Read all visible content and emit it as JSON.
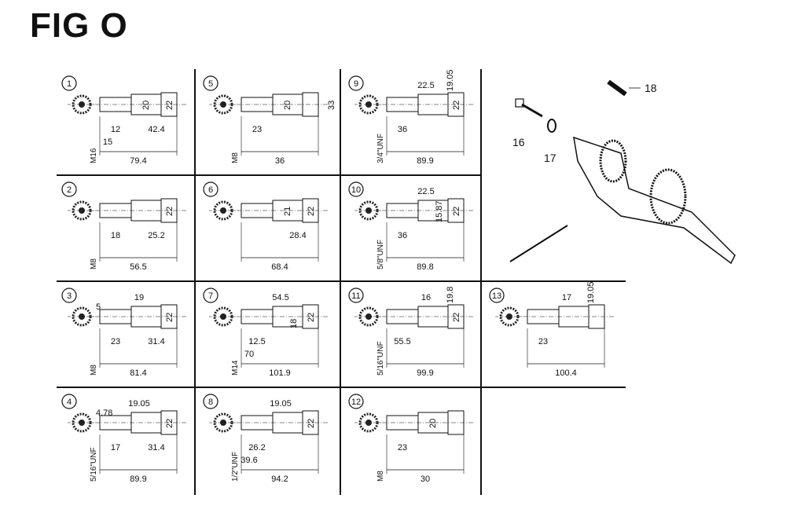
{
  "title": "FIG O",
  "parts": [
    {
      "num": "16"
    },
    {
      "num": "17"
    },
    {
      "num": "18"
    }
  ],
  "cells": [
    {
      "num": "1",
      "labels": {
        "thread": "M16",
        "h1": "20",
        "h2": "22",
        "a": "12",
        "b": "15",
        "c": "42.4",
        "total": "79.4"
      }
    },
    {
      "num": "2",
      "labels": {
        "thread": "M8",
        "h2": "22",
        "a": "18",
        "c": "25.2",
        "total": "56.5"
      }
    },
    {
      "num": "3",
      "labels": {
        "thread": "M8",
        "top": "19",
        "left": "5",
        "h2": "22",
        "a": "23",
        "c": "31.4",
        "total": "81.4"
      }
    },
    {
      "num": "4",
      "labels": {
        "thread": "5/16\"UNF",
        "top": "19.05",
        "left": "4.78",
        "h2": "22",
        "a": "17",
        "c": "31.4",
        "total": "89.9"
      }
    },
    {
      "num": "5",
      "labels": {
        "thread": "M8",
        "h1": "20",
        "h3": "33",
        "a": "23",
        "total": "36"
      }
    },
    {
      "num": "6",
      "labels": {
        "h1": "21",
        "h2": "22",
        "c": "28.4",
        "total": "68.4"
      }
    },
    {
      "num": "7",
      "labels": {
        "thread": "M14",
        "top": "54.5",
        "mid": "18",
        "h2": "22",
        "a": "12.5",
        "b": "70",
        "total": "101.9"
      }
    },
    {
      "num": "8",
      "labels": {
        "thread": "1/2\"UNF",
        "top": "19.05",
        "h2": "22",
        "a": "26.2",
        "b": "39.6",
        "total": "94.2"
      }
    },
    {
      "num": "9",
      "labels": {
        "thread": "3/4\"UNF",
        "top": "22.5",
        "top2": "19.05",
        "h2": "22",
        "a": "36",
        "total": "89.9"
      }
    },
    {
      "num": "10",
      "labels": {
        "thread": "5/8\"UNF",
        "top": "22.5",
        "mid": "15.87",
        "h2": "22",
        "a": "36",
        "total": "89.8"
      }
    },
    {
      "num": "11",
      "labels": {
        "thread": "5/16\"UNF",
        "top": "16",
        "top2": "19.8",
        "h2": "22",
        "a": "55.5",
        "total": "99.9"
      }
    },
    {
      "num": "12",
      "labels": {
        "thread": "M8",
        "h1": "20",
        "a": "23",
        "total": "30"
      }
    },
    {
      "num": "13",
      "labels": {
        "top": "17",
        "top2": "19.05",
        "a": "23",
        "total": "100.4"
      }
    }
  ]
}
